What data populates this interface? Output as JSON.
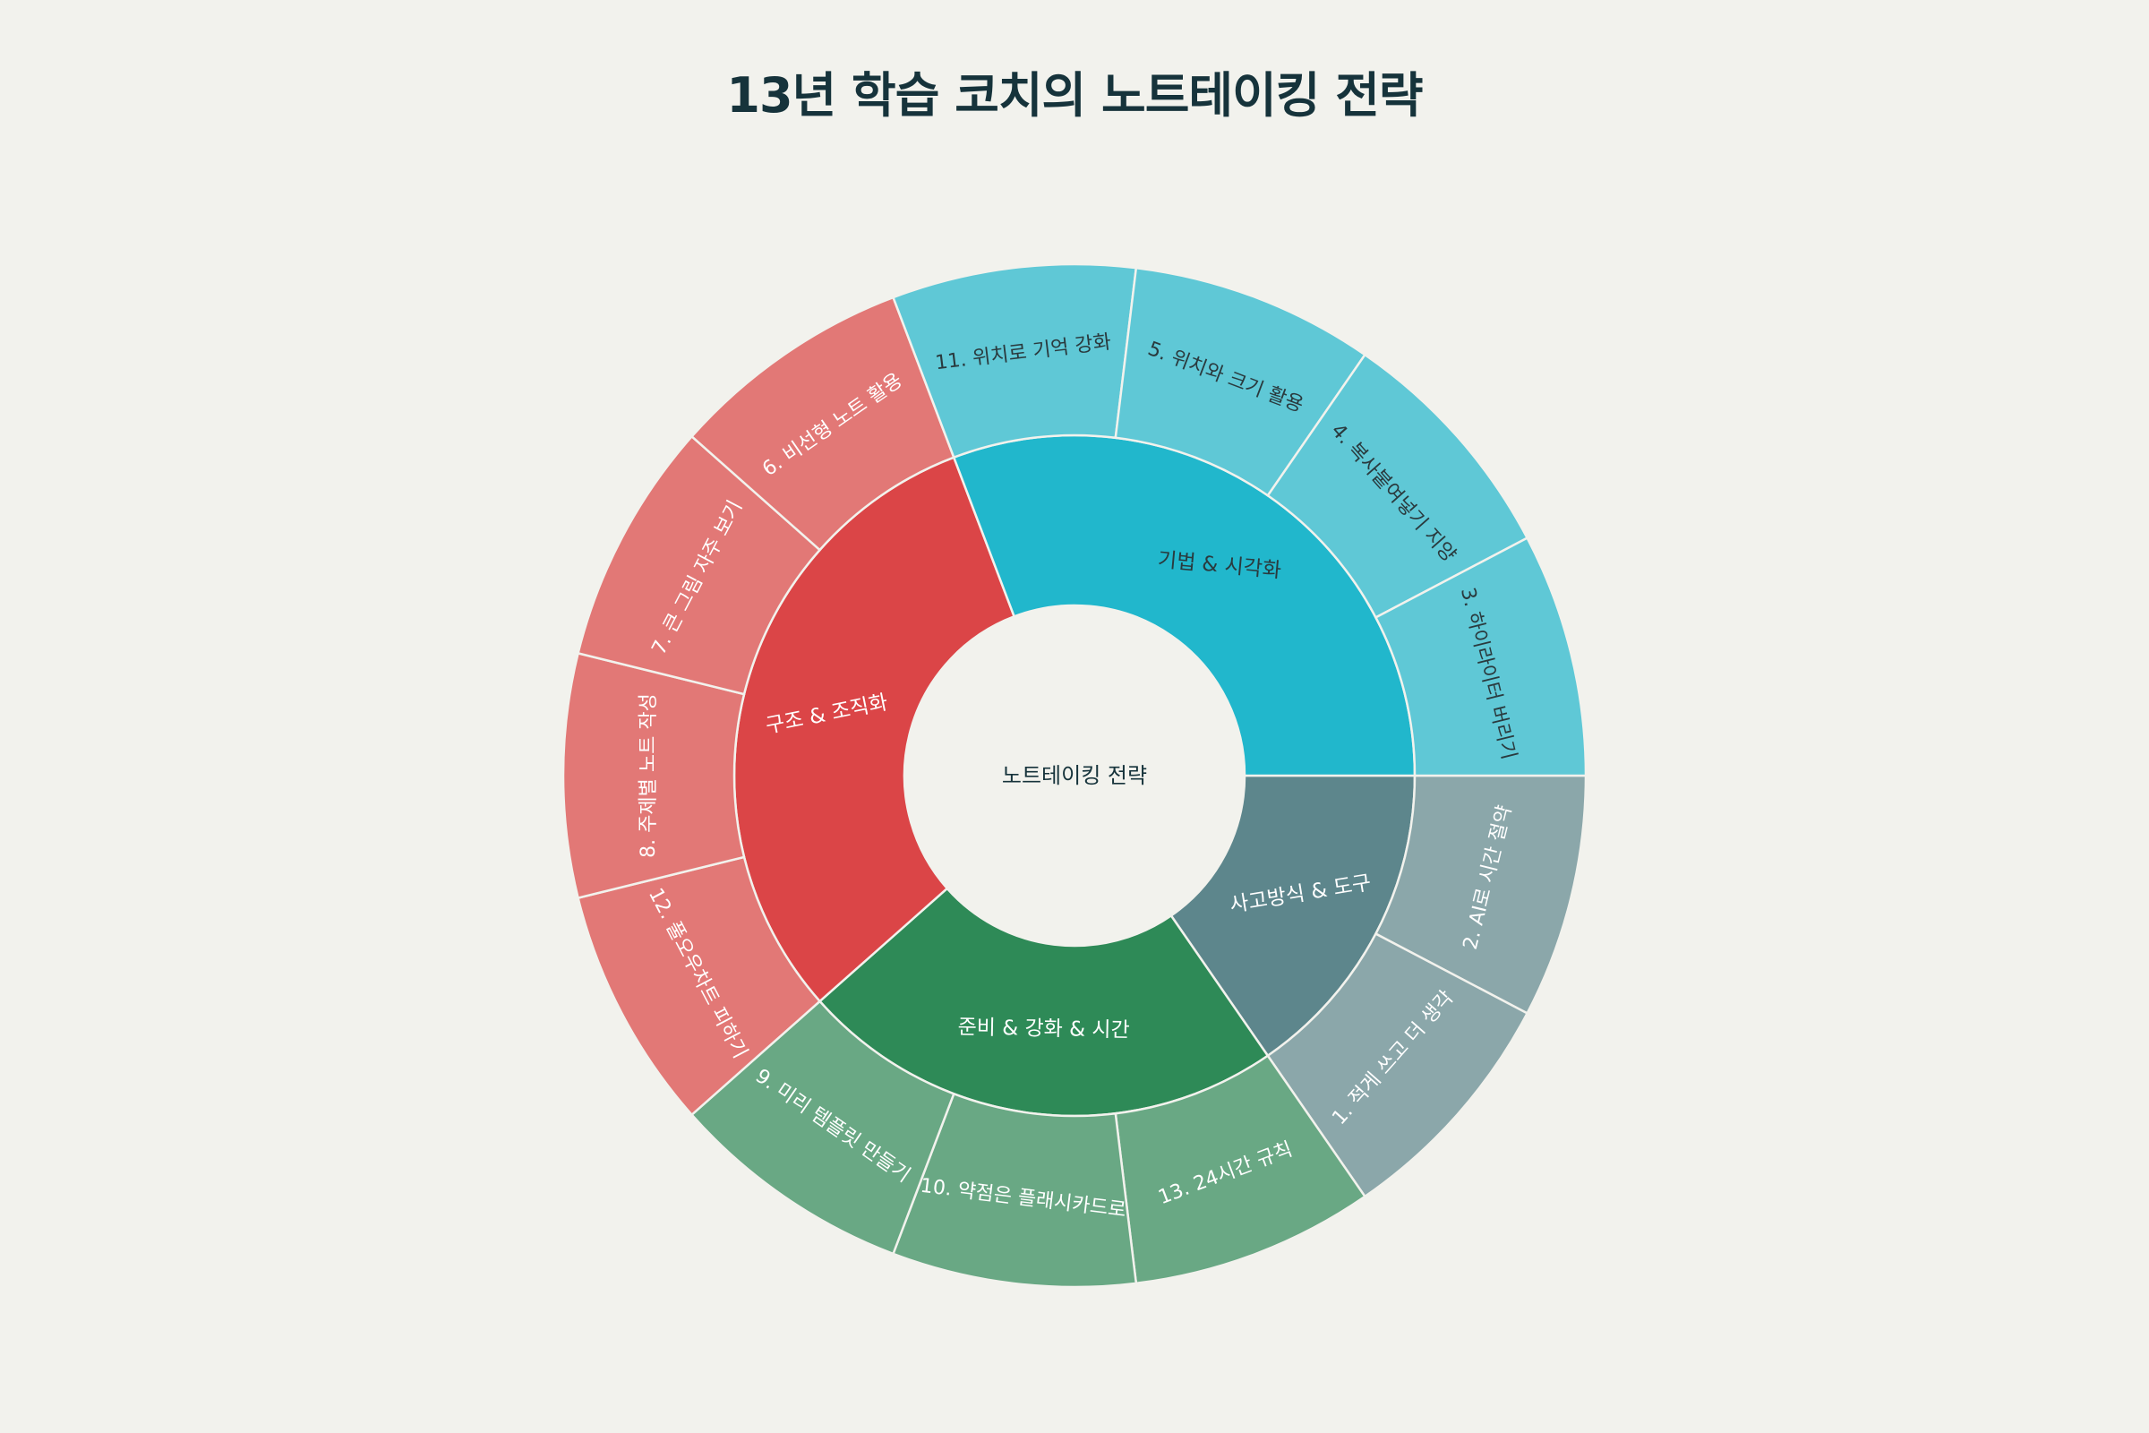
{
  "title": "13년 학습 코치의 노트테이킹 전략",
  "center_label": "노트테이킹 전략",
  "colors": {
    "background": "#f2f2ed",
    "title": "#16333b",
    "thinking_inner": "#5d868c",
    "thinking_outer": "#8ba7aa",
    "prep_inner": "#2e8a57",
    "prep_outer": "#69a884",
    "structure_inner": "#db4547",
    "structure_outer": "#e27876",
    "technique_inner": "#21b7cc",
    "technique_outer": "#5fc8d6"
  },
  "chart_data": {
    "type": "sunburst",
    "title": "13년 학습 코치의 노트테이킹 전략",
    "root": "노트테이킹 전략",
    "categories": [
      {
        "name": "사고방식 & 도구",
        "color": "#5d868c",
        "child_color": "#8ba7aa",
        "text_color": "#ffffff",
        "children": [
          {
            "label": "2. AI로 시간 절약",
            "value": 1
          },
          {
            "label": "1. 적게 쓰고 더 생각",
            "value": 1
          }
        ]
      },
      {
        "name": "준비 & 강화 & 시간",
        "color": "#2e8a57",
        "child_color": "#69a884",
        "text_color": "#ffffff",
        "children": [
          {
            "label": "13. 24시간 규칙",
            "value": 1
          },
          {
            "label": "10. 약점은 플래시카드로",
            "value": 1
          },
          {
            "label": "9. 미리 템플릿 만들기",
            "value": 1
          }
        ]
      },
      {
        "name": "구조 & 조직화",
        "color": "#db4547",
        "child_color": "#e27876",
        "text_color": "#ffffff",
        "children": [
          {
            "label": "12. 풀오우차트 피하기",
            "value": 1
          },
          {
            "label": "8. 주제별 노트 작성",
            "value": 1
          },
          {
            "label": "7. 큰 그림 자주 보기",
            "value": 1
          },
          {
            "label": "6. 비선형 노트 활용",
            "value": 1
          }
        ]
      },
      {
        "name": "기법 & 시각화",
        "color": "#21b7cc",
        "child_color": "#5fc8d6",
        "text_color": "#2a3a3e",
        "children": [
          {
            "label": "11. 위치로 기억 강화",
            "value": 1
          },
          {
            "label": "5. 위치와 크기 활용",
            "value": 1
          },
          {
            "label": "4. 복사붙여넣기 지양",
            "value": 1
          },
          {
            "label": "3. 하이라이터 버리기",
            "value": 1
          }
        ]
      }
    ]
  }
}
